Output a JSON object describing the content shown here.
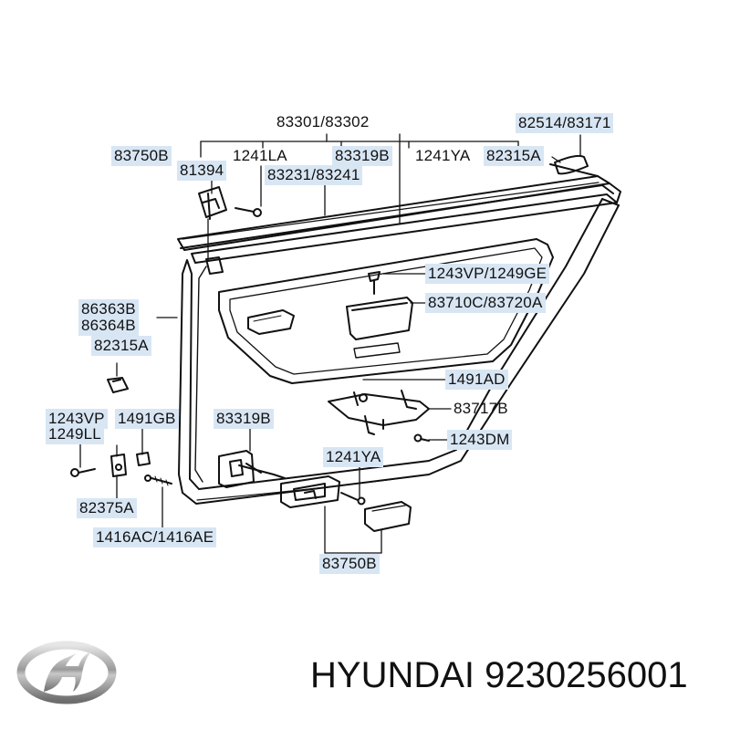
{
  "labels": {
    "l83301": "83301/83302",
    "l83750b_top": "83750B",
    "l1241la": "1241LA",
    "l83319b_top": "83319B",
    "l1241ya_top": "1241YA",
    "l82315a_top": "82315A",
    "l82514": "82514/83171",
    "l81394": "81394",
    "l83231": "83231/83241",
    "l1243vp_top": "1243VP/1249GE",
    "l86363b": "86363B",
    "l86364b": "86364B",
    "l83710c": "83710C/83720A",
    "l82315a_left": "82315A",
    "l1491ad": "1491AD",
    "l83717b": "83717B",
    "l1243vp_left": "1243VP",
    "l1249ll": "1249LL",
    "l1491gb": "1491GB",
    "l83319b_mid": "83319B",
    "l1243dm": "1243DM",
    "l1241ya_mid": "1241YA",
    "l82375a": "82375A",
    "l1416ac": "1416AC/1416AE",
    "l83750b_bottom": "83750B"
  },
  "brand": {
    "text": "HYUNDAI 9230256001",
    "logo_icon": "hyundai-logo-icon"
  },
  "colors": {
    "highlight": "#d8e6f4",
    "line": "#111111"
  }
}
